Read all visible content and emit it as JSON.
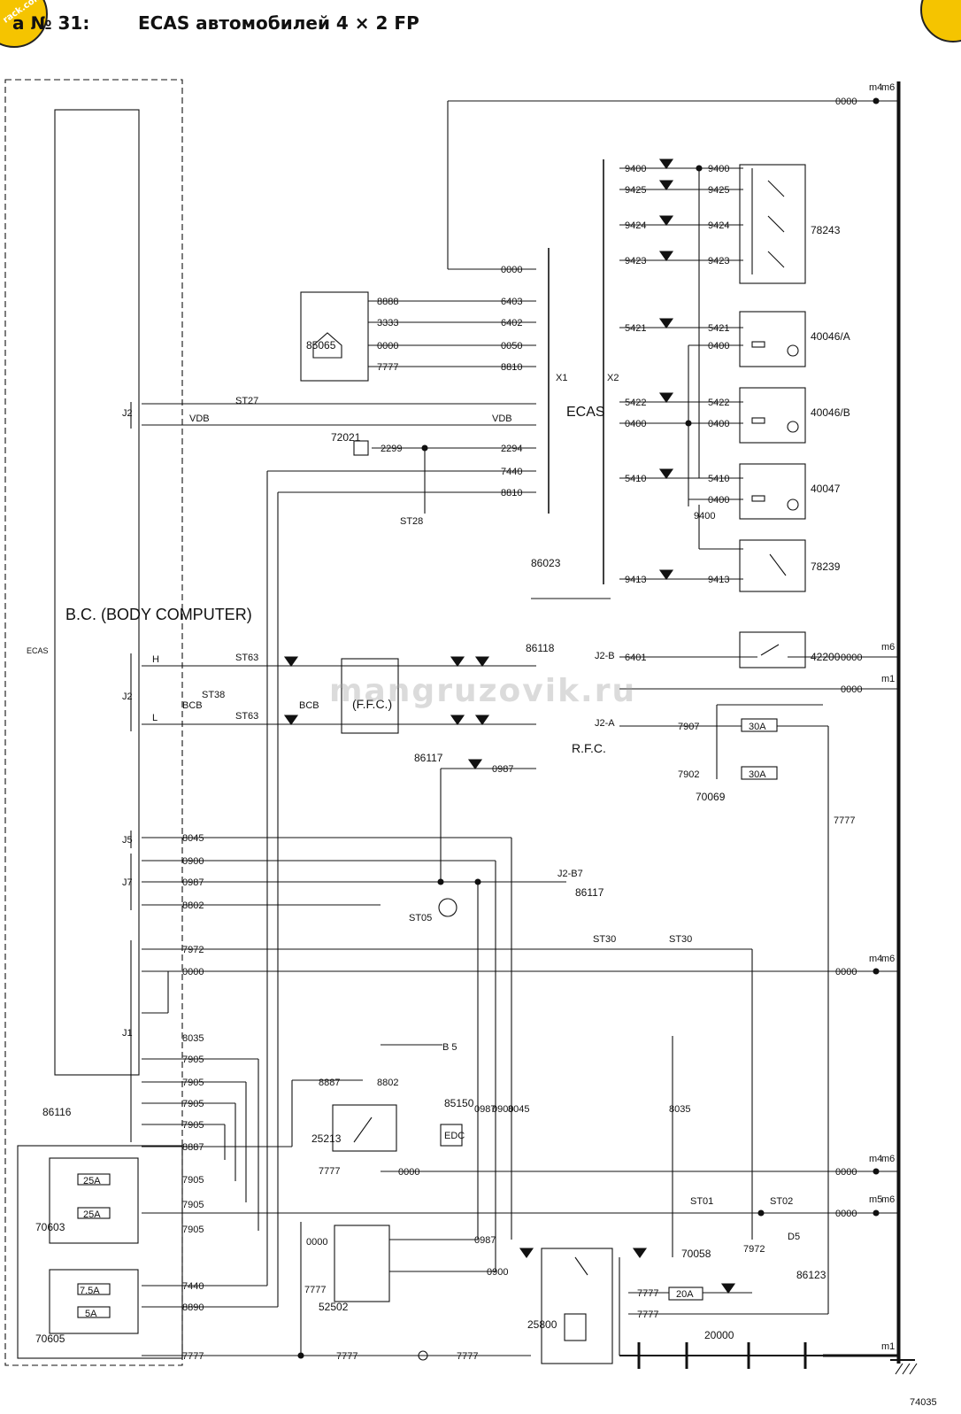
{
  "header": {
    "title_prefix": "а № 31:",
    "title": "ECAS автомобилей 4 × 2 FP",
    "logo_text": "rack.com"
  },
  "watermark": "mangruzovik.ru",
  "reference_number": "74035",
  "components": {
    "body_computer": "B.C. (BODY COMPUTER)",
    "body_computer_code": "86116",
    "ecas_unit": "ECAS",
    "ecas_code": "86023",
    "ffc": "(F.F.C.)",
    "ffc_code": "86117",
    "rfc": "R.F.C.",
    "rfc_code": "86118",
    "switch_85065": "85065",
    "c78243": "78243",
    "c40046a": "40046/A",
    "c40046b": "40046/B",
    "c40047": "40047",
    "c78239": "78239",
    "c42200": "42200",
    "c70069": "70069",
    "c72021": "72021",
    "c86117": "86117",
    "c25213": "25213",
    "c85150": "85150",
    "c52502": "52502",
    "c25800": "25800",
    "c70058": "70058",
    "c86123": "86123",
    "c20000": "20000",
    "c70603": "70603",
    "c70605": "70605",
    "st05": "ST05",
    "ecas_small": "ECAS"
  },
  "fuses": {
    "f30a": "30A",
    "f25a": "25A",
    "f7_5a": "7.5A",
    "f5a": "5A",
    "f20a": "20A"
  },
  "connectors": {
    "x1": "X1",
    "x2": "X2",
    "j1": "J1",
    "j2": "J2",
    "j5": "J5",
    "j7": "J7",
    "j2b": "J2-B",
    "j2a": "J2-A",
    "j2b7": "J2-B7"
  },
  "ground_marks": {
    "m4": "m4",
    "m6": "m6",
    "m1": "m1",
    "m5": "m5"
  },
  "wires": {
    "w0000": "0000",
    "w9400": "9400",
    "w9425": "9425",
    "w9424": "9424",
    "w9423": "9423",
    "w5421": "5421",
    "w5422": "5422",
    "w0400": "0400",
    "w5410": "5410",
    "w9413": "9413",
    "w6401": "6401",
    "w7907": "7907",
    "w7902": "7902",
    "w7777": "7777",
    "w2294": "2294",
    "w7440": "7440",
    "w8810": "8810",
    "w8888": "8888",
    "w3333": "3333",
    "w6403": "6403",
    "w6402": "6402",
    "w0050": "0050",
    "w2299": "2299",
    "w0987": "0987",
    "w8045": "8045",
    "w0900": "0900",
    "w8802": "8802",
    "w7972": "7972",
    "w8035": "8035",
    "w7905": "7905",
    "w8887": "8887",
    "w0900b": "0900",
    "w8890": "8890",
    "w0000b": "0000"
  },
  "labels": {
    "vdb": "VDB",
    "bcb": "BCB",
    "st27": "ST27",
    "st63": "ST63",
    "st38": "ST38",
    "st28": "ST28",
    "st30": "ST30",
    "st01": "ST01",
    "st02": "ST02",
    "d5": "D5",
    "b5": "B 5",
    "h": "H",
    "l": "L",
    "edc": "EDC"
  }
}
